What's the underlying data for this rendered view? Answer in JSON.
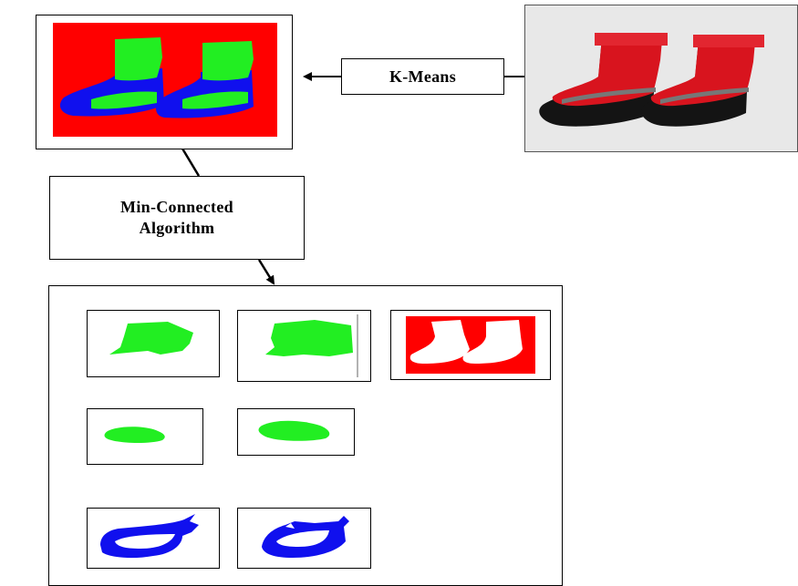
{
  "diagram": {
    "kmeans_label": "K-Means",
    "min_connected_label_line1": "Min-Connected",
    "min_connected_label_line2": "Algorithm"
  },
  "colors": {
    "segment_red": "#ff0000",
    "segment_green": "#22ee22",
    "segment_blue": "#1010ee",
    "sock_red": "#d8141e",
    "sock_black": "#141414",
    "photo_bg": "#e8e8e8"
  },
  "icons": {
    "input_image": "sock-photo",
    "clustered_image": "kmeans-segmented-socks",
    "components": [
      "green-component-1",
      "green-component-2",
      "red-background-component",
      "green-component-3",
      "green-component-4",
      "blue-component-1",
      "blue-component-2"
    ]
  }
}
